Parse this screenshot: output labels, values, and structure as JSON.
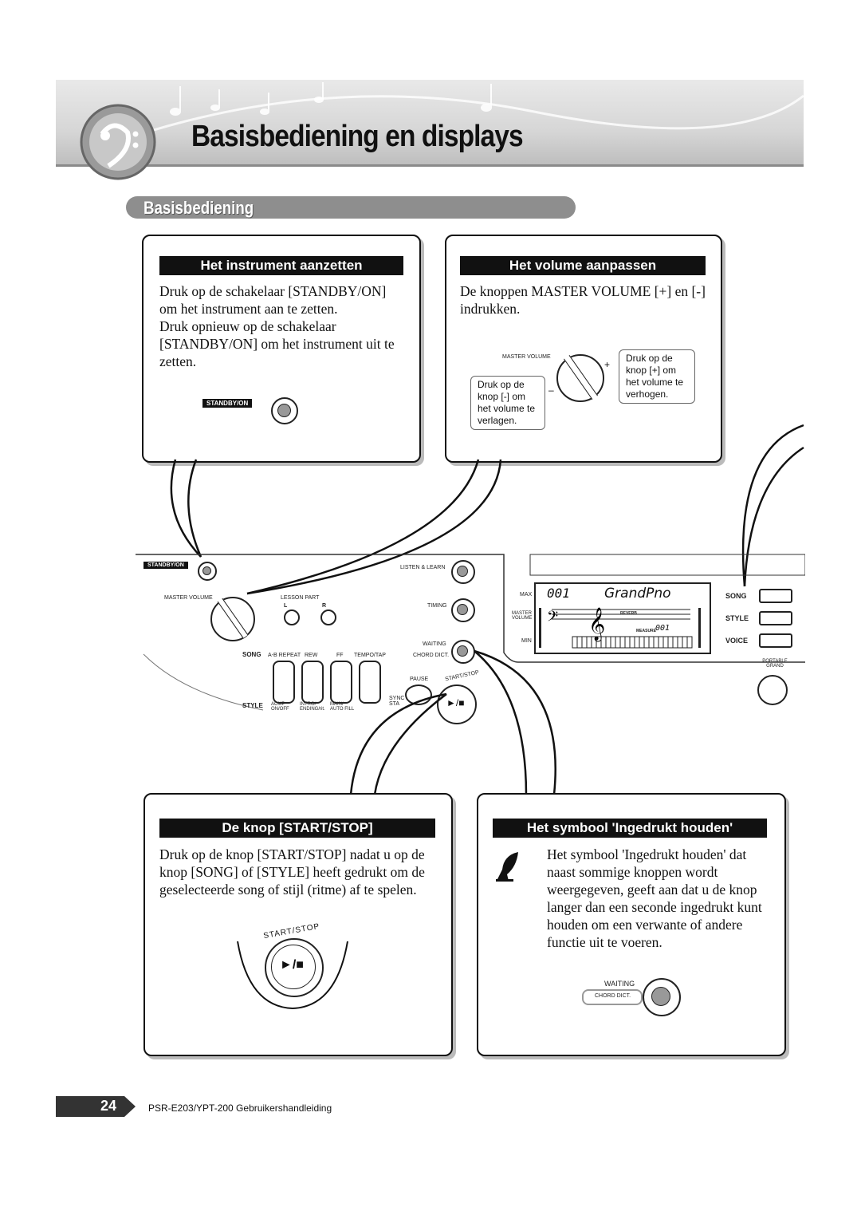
{
  "header": {
    "title": "Basisbediening en displays"
  },
  "section": {
    "title": "Basisbediening"
  },
  "box_power": {
    "heading": "Het instrument aanzetten",
    "body1": "Druk op de schakelaar [STANDBY/ON] om het instrument aan te zetten.",
    "body2": "Druk opnieuw op de schakelaar [STANDBY/ON] om het instrument uit te zetten.",
    "button_label": "STANDBY/ON"
  },
  "box_volume": {
    "heading": "Het volume aanpassen",
    "body": "De knoppen MASTER VOLUME [+] en [-] indrukken.",
    "knob_label": "MASTER VOLUME",
    "plus": "+",
    "minus": "–",
    "note_down": "Druk op de knop [-] om het volume te verlagen.",
    "note_up": "Druk op de knop [+] om het volume te verhogen."
  },
  "panel": {
    "standby": "STANDBY/ON",
    "master_volume": "MASTER VOLUME",
    "lesson_part": "LESSON PART",
    "l": "L",
    "r": "R",
    "listen_learn": "LISTEN & LEARN",
    "timing": "TIMING",
    "waiting": "WAITING",
    "chord_dict": "CHORD DICT.",
    "song": "SONG",
    "style": "STYLE",
    "ab_repeat": "A-B REPEAT",
    "rew": "REW",
    "ff": "FF",
    "tempo_tap": "TEMPO/TAP",
    "acmp": "ACMP ON/OFF",
    "intro": "INTRO/ ENDING/rit.",
    "main": "MAIN/ AUTO FILL",
    "pause": "PAUSE",
    "sync": "SYNC STA",
    "start_stop": "START/STOP",
    "play_symbol": "►/■",
    "max": "MAX",
    "min": "MIN",
    "master_vol_small": "MASTER VOLUME",
    "display_number": "001",
    "display_voice": "GrandPno",
    "reverb": "REVERB",
    "measure": "MEASURE",
    "measure_num": "001",
    "btn_song": "SONG",
    "btn_style": "STYLE",
    "btn_voice": "VOICE",
    "portable_grand": "PORTABLE GRAND"
  },
  "box_startstop": {
    "heading": "De knop [START/STOP]",
    "body": "Druk op de knop [START/STOP] nadat u op de knop [SONG] of [STYLE] heeft gedrukt om de geselecteerde song of stijl (ritme) af te spelen.",
    "arc_label": "START/STOP",
    "play_symbol": "►/■"
  },
  "box_hold": {
    "heading": "Het symbool 'Ingedrukt houden'",
    "body": "Het symbool 'Ingedrukt houden' dat naast sommige knoppen wordt weergegeven, geeft aan dat u de knop langer dan een seconde ingedrukt kunt houden om een verwante of andere functie uit te voeren.",
    "waiting": "WAITING",
    "chord_dict": "CHORD DICT."
  },
  "footer": {
    "page_number": "24",
    "manual": "PSR-E203/YPT-200  Gebruikershandleiding"
  }
}
